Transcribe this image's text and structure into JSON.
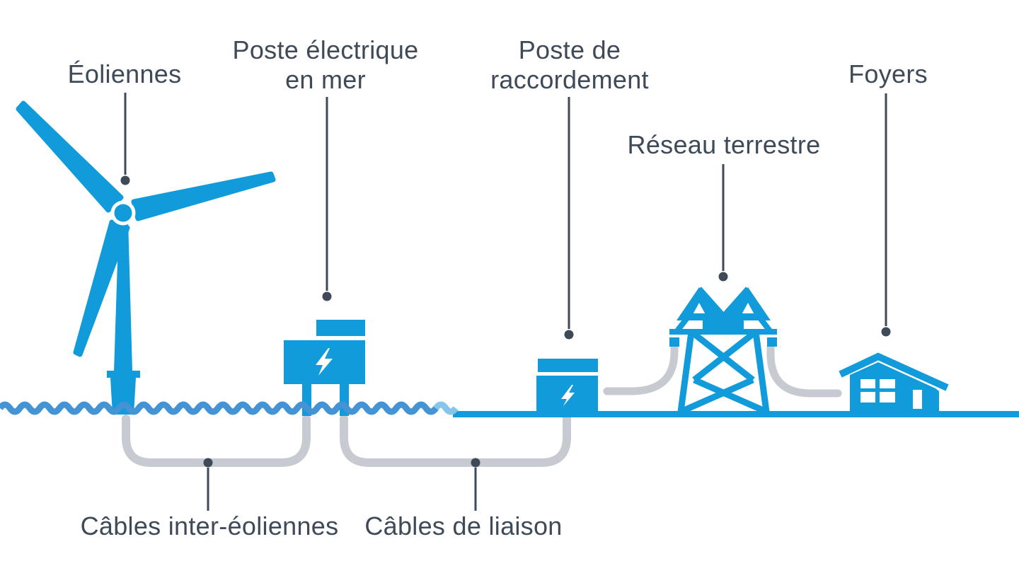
{
  "colors": {
    "brand_blue": "#129BDB",
    "wave_blue": "#4493D4",
    "wave_light": "#85C6EA",
    "cable_gray": "#C7CBD1",
    "label_dark": "#3F4A58"
  },
  "icons": {
    "lightning_bolt": "white zigzag bolt",
    "wind_turbine": "three-blade turbine pictogram",
    "transmission_tower": "lattice pylon pictogram",
    "house": "gabled house pictogram"
  },
  "labels": {
    "eoliennes": "Éoliennes",
    "poste_mer_line1": "Poste électrique",
    "poste_mer_line2": "en mer",
    "poste_raccordement_line1": "Poste de",
    "poste_raccordement_line2": "raccordement",
    "reseau_terrestre": "Réseau terrestre",
    "foyers": "Foyers",
    "cables_inter_eoliennes": "Câbles inter-éoliennes",
    "cables_de_liaison": "Câbles de liaison"
  }
}
